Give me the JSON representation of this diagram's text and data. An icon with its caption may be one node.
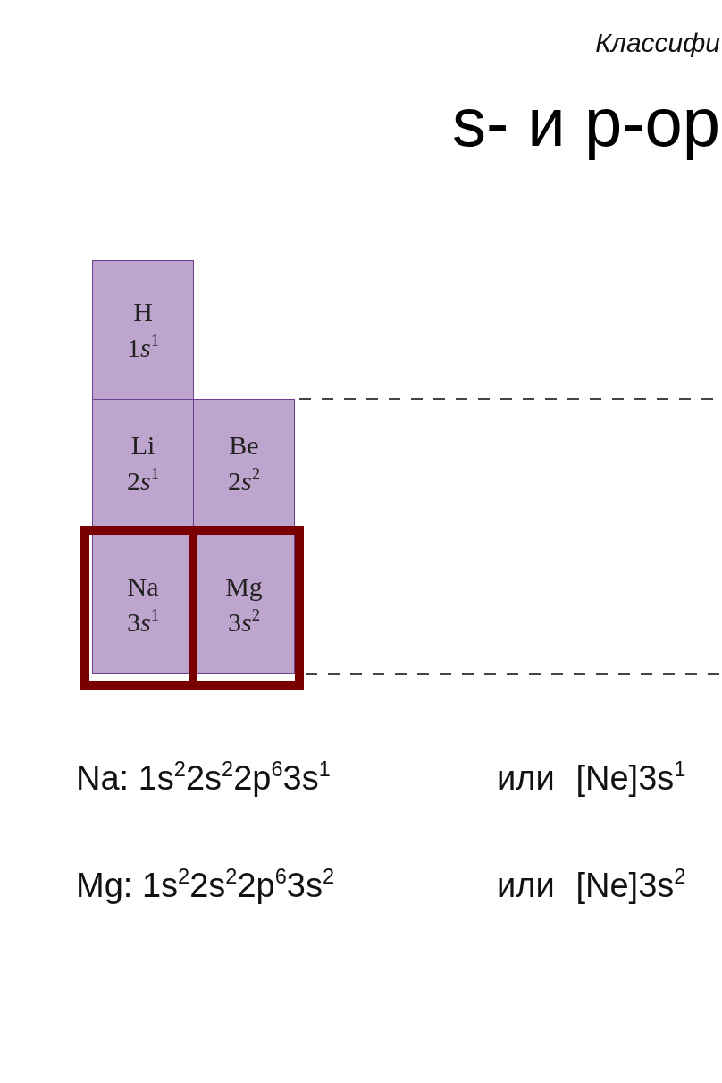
{
  "diagram": {
    "title": "s- и p-ор",
    "nodes": [
      {
        "text": [
          "H",
          "1s$^{1}$"
        ]
      },
      {
        "text": [
          "Li",
          "2s$^{1}$"
        ]
      },
      {
        "text": [
          "Be",
          "2s$^{2}$"
        ]
      },
      {
        "text": [
          "Na",
          "3s$^{1}$"
        ]
      },
      {
        "text": [
          "Mg",
          "3s$^{2}$"
        ]
      }
    ],
    "labels": [
      "Классифи",
      "Na: 1s$^{2}$2s$^{2}$2p$^{6}$3s$^{1}$",
      "или [Ne]3s$^{1}$",
      "Mg: 1s$^{2}$2s$^{2}$2p$^{6}$3s$^{2}$",
      "или [Ne]3s$^{2}$"
    ]
  }
}
